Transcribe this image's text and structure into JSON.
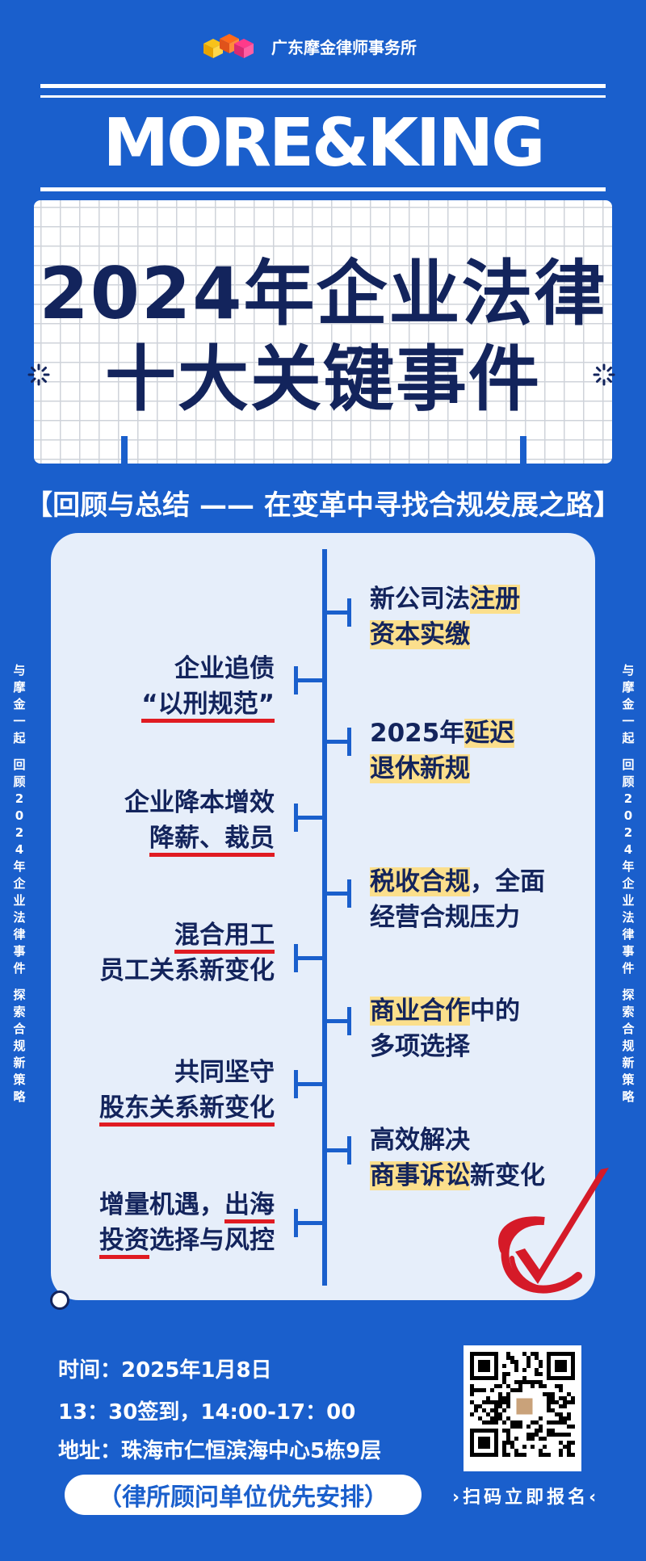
{
  "header": {
    "firm_name": "广东摩金律师事务所",
    "brand": "MORE&KING"
  },
  "headline": {
    "line1": "2024年企业法律",
    "line2": "十大关键事件"
  },
  "subtitle": "【回顾与总结 —— 在变革中寻找合规发展之路】",
  "side_text": {
    "part1": [
      "与",
      "摩",
      "金",
      "一",
      "起"
    ],
    "part2": [
      "回",
      "顾",
      "2",
      "0",
      "2",
      "4",
      "年",
      "企",
      "业",
      "法",
      "律",
      "事",
      "件"
    ],
    "part3": [
      "探",
      "索",
      "合",
      "规",
      "新",
      "策",
      "略"
    ]
  },
  "timeline": {
    "right_items": [
      {
        "a": "新公司法",
        "b": "注册",
        "c": "资本实缴",
        "d": ""
      },
      {
        "a": "2025年",
        "b": "延迟",
        "c": "退休新规",
        "d": ""
      },
      {
        "a": "税收合规",
        "b": "，全面",
        "c": "经营合规压力",
        "d": ""
      },
      {
        "a": "商业合作",
        "b": "中的",
        "c": "多项选择",
        "d": ""
      },
      {
        "a": "高效解决",
        "b": "",
        "c": "商事诉讼",
        "d": "新变化"
      }
    ],
    "left_items": [
      {
        "l1": "企业追债",
        "l2": "“以刑规范”",
        "l2b": ""
      },
      {
        "l1": "企业降本增效",
        "l2": "降薪、裁员",
        "l2b": ""
      },
      {
        "l1": "混合用工",
        "l2": "员工关系新变化",
        "l2b": ""
      },
      {
        "l1": "共同坚守",
        "l2": "股东关系新变化",
        "l2b": ""
      },
      {
        "l1a": "增量机遇，",
        "l1b": "出海",
        "l2": "投资",
        "l2b": "选择与风控"
      }
    ]
  },
  "event_info": {
    "time": "时间：2025年1月8日",
    "schedule": "13：30签到，14:00-17：00",
    "address": "地址：珠海市仁恒滨海中心5栋9层",
    "priority": "（律所顾问单位优先安排）"
  },
  "qr": {
    "caption": "扫码立即报名"
  },
  "colors": {
    "background": "#1a5fcc",
    "navy": "#13245c",
    "highlight": "#fbdf8c",
    "underline": "#e01b22",
    "panel": "#e6eefa"
  }
}
